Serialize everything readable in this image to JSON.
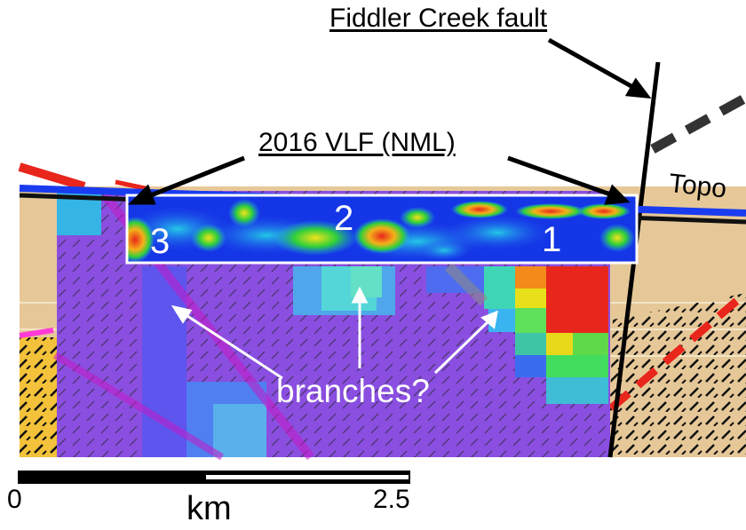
{
  "title": "Fiddler Creek fault",
  "survey_label": "2016 VLF (NML)",
  "topo_label": "Topo",
  "anomalies": [
    "3",
    "2",
    "1"
  ],
  "annotation": "branches?",
  "scale_bar": {
    "min": "0",
    "max": "2.5",
    "unit": "km"
  },
  "colors": {
    "background_geology": "#e6c898",
    "resistivity_low": "#8a4fe0",
    "vlf_low": "#1436e6",
    "vlf_high": "#e8261c",
    "topo_line": "#1a3cf0",
    "fault": "#000000"
  }
}
